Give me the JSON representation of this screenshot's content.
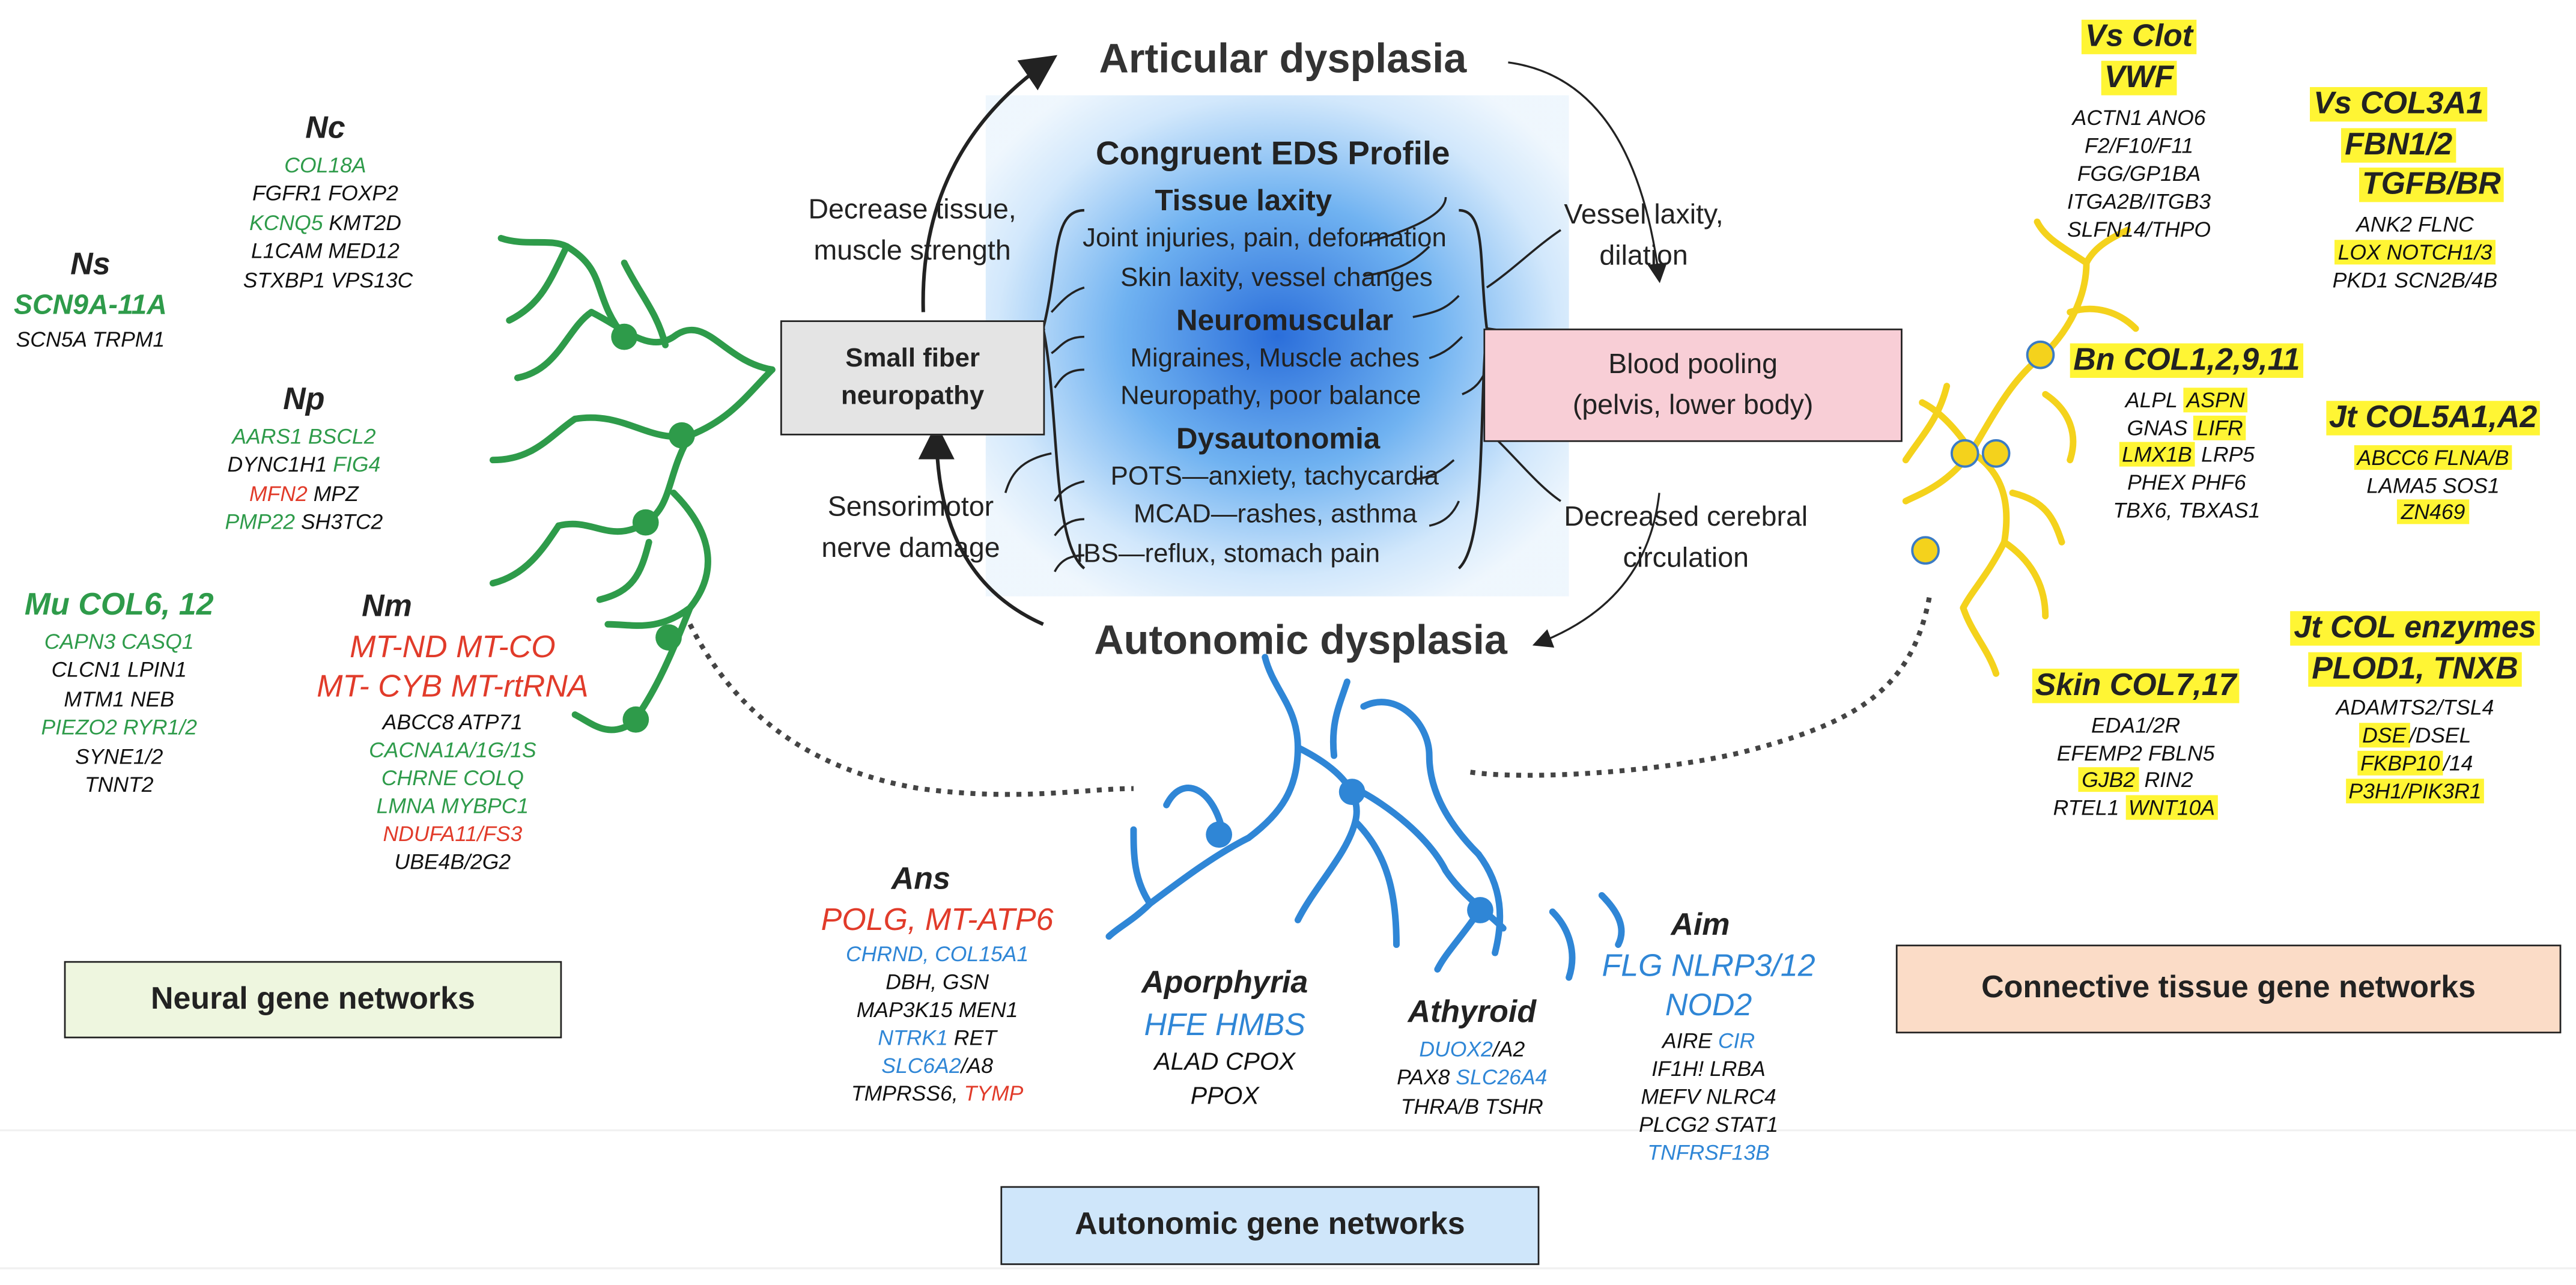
{
  "center": {
    "title": "Congruent EDS Profile",
    "tissue_head": "Tissue laxity",
    "tissue_1": "Joint injuries, pain, deformation",
    "tissue_2": "Skin laxity, vessel changes",
    "neuro_head": "Neuromuscular",
    "neuro_1": "Migraines, Muscle aches",
    "neuro_2": "Neuropathy, poor balance",
    "dys_head": "Dysautonomia",
    "dys_1": "POTS—anxiety, tachycardia",
    "dys_2": "MCAD—rashes, asthma",
    "dys_3": "IBS—reflux, stomach pain"
  },
  "top_title": "Articular dysplasia",
  "bottom_title": "Autonomic dysplasia",
  "left_box": "Small fiber neuropathy",
  "right_box_1": "Blood pooling",
  "right_box_2": "(pelvis, lower body)",
  "labels": {
    "decrease_1": "Decrease tissue,",
    "decrease_2": "muscle strength",
    "sensori_1": "Sensorimotor",
    "sensori_2": "nerve damage",
    "vessel_1": "Vessel laxity,",
    "vessel_2": "dilation",
    "cerebral_1": "Decreased cerebral",
    "cerebral_2": "circulation"
  },
  "network_labels": {
    "neural": "Neural gene networks",
    "autonomic": "Autonomic gene networks",
    "connective": "Connective tissue gene networks"
  },
  "neural": {
    "nc": {
      "title": "Nc",
      "l1": "COL18A",
      "l2": "FGFR1 FOXP2",
      "l3a": "KCNQ5",
      "l3b": " KMT2D",
      "l4": "L1CAM MED12",
      "l5": "STXBP1 VPS13C"
    },
    "ns": {
      "title": "Ns",
      "l1": "SCN9A-11A",
      "l2": "SCN5A TRPM1"
    },
    "np": {
      "title": "Np",
      "l1": "AARS1 BSCL2",
      "l2a": "DYNC1H1 ",
      "l2b": "FIG4",
      "l3a": "MFN2",
      "l3b": " MPZ",
      "l4a": "PMP22",
      "l4b": " SH3TC2"
    },
    "mu": {
      "title": "Mu COL6, 12",
      "l1": "CAPN3 CASQ1",
      "l2": "CLCN1 LPIN1",
      "l3": "MTM1 NEB",
      "l4": "PIEZO2 RYR1/2",
      "l5": "SYNE1/2",
      "l6": "TNNT2"
    },
    "nm": {
      "title": "Nm",
      "l1": "MT-ND MT-CO",
      "l2": "MT- CYB MT-rtRNA",
      "l3": "ABCC8 ATP71",
      "l4": "CACNA1A/1G/1S",
      "l5": "CHRNE COLQ",
      "l6": "LMNA MYBPC1",
      "l7": "NDUFA11/FS3",
      "l8": "UBE4B/2G2"
    }
  },
  "autonomic": {
    "ans": {
      "title": "Ans",
      "l1": "POLG, MT-ATP6",
      "l2": "CHRND, COL15A1",
      "l3": "DBH, GSN",
      "l4": "MAP3K15 MEN1",
      "l5a": "NTRK1",
      "l5b": " RET",
      "l6a": "SLC6A2",
      "l6b": "/A8",
      "l7a": "TMPRSS6, ",
      "l7b": "TYMP"
    },
    "apor": {
      "title": "Aporphyria",
      "l1": "HFE HMBS",
      "l2": "ALAD CPOX",
      "l3": "PPOX"
    },
    "athy": {
      "title": "Athyroid",
      "l1a": "DUOX2",
      "l1b": "/A2",
      "l2a": "PAX8 ",
      "l2b": "SLC26A4",
      "l3": "THRA/B TSHR"
    },
    "aim": {
      "title": "Aim",
      "l1": "FLG NLRP3/12",
      "l2": "NOD2",
      "l3a": "AIRE ",
      "l3b": "CIR",
      "l4": "IF1H! LRBA",
      "l5": "MEFV NLRC4",
      "l6": "PLCG2 STAT1",
      "l7": "TNFRSF13B"
    }
  },
  "connective": {
    "vsclot": {
      "t1": "Vs Clot",
      "t2": "VWF",
      "l1": "ACTN1 ANO6",
      "l2": "F2/F10/F11",
      "l3": "FGG/GP1BA",
      "l4": "ITGA2B/ITGB3",
      "l5": "SLFN14/THPO"
    },
    "vscol": {
      "t1": "Vs COL3A1",
      "t2": "FBN1/2",
      "t3": "TGFB/BR",
      "l1": "ANK2 FLNC",
      "l2": "LOX NOTCH1/3",
      "l3": "PKD1 SCN2B/4B"
    },
    "bn": {
      "t1": "Bn COL1,2,9,11",
      "l1a": "ALPL ",
      "l1b": "ASPN",
      "l2a": "GNAS ",
      "l2b": "LIFR",
      "l3a": "LMX1B",
      "l3b": " LRP5",
      "l4": "PHEX PHF6",
      "l5": "TBX6, TBXAS1"
    },
    "jtcol5": {
      "t1": "Jt COL5A1,A2",
      "l1": "ABCC6 FLNA/B",
      "l2": "LAMA5 SOS1",
      "l3": "ZN469"
    },
    "skin": {
      "t1": "Skin COL7,17",
      "l1": "EDA1/2R",
      "l2": "EFEMP2 FBLN5",
      "l3a": "GJB2",
      "l3b": " RIN2",
      "l4a": "RTEL1 ",
      "l4b": "WNT10A"
    },
    "jtenz": {
      "t1": "Jt COL enzymes",
      "t2": "PLOD1, TNXB",
      "l1": "ADAMTS2/TSL4",
      "l2a": "DSE",
      "l2b": "/DSEL",
      "l3a": "FKBP10",
      "l3b": "/14",
      "l4": "P3H1/PIK3R1"
    }
  },
  "colors": {
    "neural_green": "#2e9b4a",
    "mito_red": "#e13b2a",
    "autonomic_blue": "#2f86d6",
    "connective_yellow": "#fff534",
    "neural_box": "#eef6df",
    "autonomic_box": "#cfe6fa",
    "connective_box": "#fbdcc7",
    "blood_box": "#f8ced6",
    "neuropathy_box": "#e4e4e4"
  }
}
